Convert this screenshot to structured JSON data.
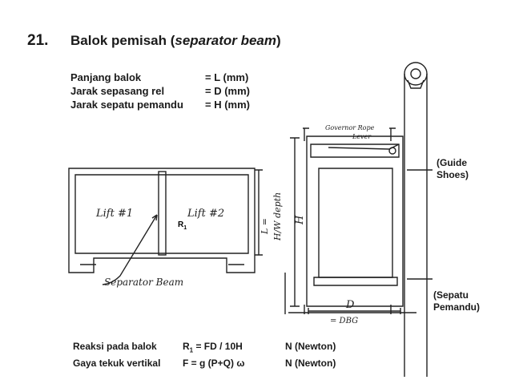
{
  "slide": {
    "number": "21.",
    "title_main": "Balok pemisah (",
    "title_italic": "separator beam",
    "title_end": ")"
  },
  "params": [
    {
      "label": "Panjang balok",
      "value": "= L (mm)"
    },
    {
      "label": "Jarak sepasang rel",
      "value": "= D (mm)"
    },
    {
      "label": "Jarak sepatu pemandu",
      "value": "= H (mm)"
    }
  ],
  "plan_drawing": {
    "lift1": "Lift #1",
    "lift2": "Lift #2",
    "r1_base": "R",
    "r1_sub": "1",
    "separator_label": "Separator Beam",
    "dim_L": "L =",
    "dim_depth": "H/W depth"
  },
  "elevation_drawing": {
    "governor_line1": "Governor Rope",
    "governor_line2": "Lever",
    "dim_H": "H",
    "dim_D": "D",
    "dim_DBG": "= DBG"
  },
  "notes": {
    "guide_shoes": [
      "(Guide",
      "Shoes)"
    ],
    "sepatu_pemandu": [
      "(Sepatu",
      "Pemandu)"
    ]
  },
  "formulas": [
    {
      "label": "Reaksi pada balok",
      "expr_pre": "R",
      "expr_sub": "1",
      "expr_post": " = FD / 10H",
      "unit": "N (Newton)"
    },
    {
      "label": "Gaya tekuk vertikal",
      "expr_pre": "F = g (P+Q) ",
      "expr_sub": "",
      "expr_post": "ω",
      "unit": "N (Newton)"
    }
  ],
  "colors": {
    "text": "#1a1a1a",
    "line": "#222222",
    "background": "#ffffff"
  }
}
